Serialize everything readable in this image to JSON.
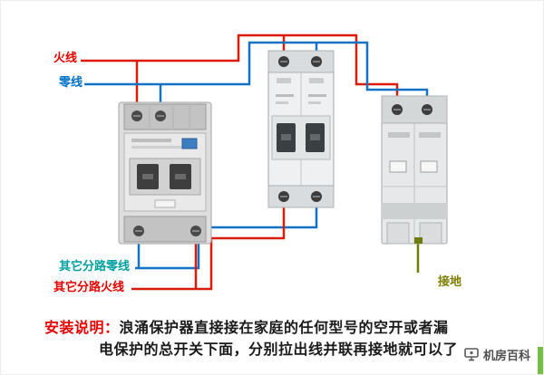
{
  "labels": {
    "live": "火线",
    "neutral": "零线",
    "branch_neutral": "其它分路零线",
    "branch_live": "其它分路火线",
    "ground": "接地"
  },
  "instructions": {
    "title": "安装说明：",
    "line1": "浪涌保护器直接接在家庭的任何型号的空开或者漏",
    "line2": "电保护的总开关下面，分别拉出线并联再接地就可以了"
  },
  "watermark": {
    "icon": "monitor-icon",
    "text": "机房百科"
  },
  "colors": {
    "live_wire": "#dc1a0a",
    "neutral_wire": "#1472c4",
    "branch_neutral_label": "#00a0a0",
    "ground_wire": "#6e7d00",
    "instruction_highlight": "#e60000",
    "accent_bar": "#72bf44"
  }
}
